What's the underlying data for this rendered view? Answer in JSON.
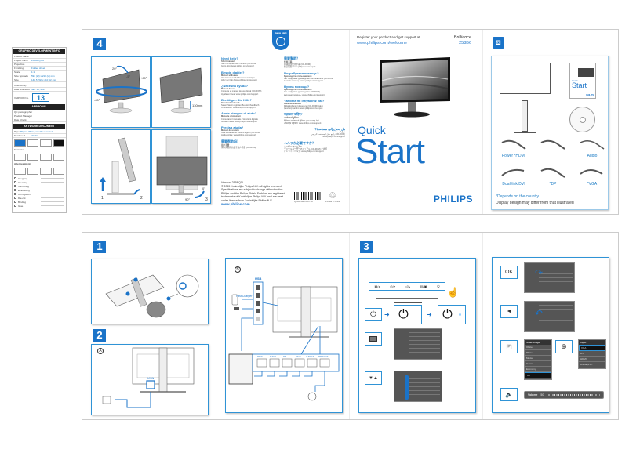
{
  "spec_sheet": {
    "graphic_dev_title": "GRAPHIC DEVELOPMENT INFO",
    "rows": [
      {
        "k": "Product name",
        "v": ""
      },
      {
        "k": "Project name",
        "v": "25886-QSG"
      },
      {
        "k": "Projection",
        "v": ""
      },
      {
        "k": "Finishing",
        "v": "Folded sheet"
      },
      {
        "k": "Scale",
        "v": "1:1"
      },
      {
        "k": "Size Spreads",
        "v": "594 (W) x 210 (H) mm"
      },
      {
        "k": "Size",
        "v": "148.5 (W) x 210 (H) mm"
      }
    ],
    "operators_label": "Operator(s)",
    "date_label": "Date amended",
    "date_value": "Jan. 13, 2015",
    "version_label": "VERSION No.",
    "version_value": "13",
    "approval_title": "APPROVAL",
    "approval_rows": [
      "QC photographer",
      "Product Manager",
      "Date Check"
    ],
    "artwork_title": "ARTWORK DOCUMENT",
    "paper_label": "Paper",
    "paper_value": "80gsm White, woodfree coated",
    "colors_label": "Number of colours",
    "colors_value": "2C/2C",
    "swatch_caption": "Process 100% - Black",
    "spotcolor_label": "Spotcolor",
    "aftertreatment_label": "Aftertreatment",
    "finishes": [
      "Cropping",
      "Creasing",
      "Varnishing",
      "Embossing",
      "Corrugation",
      "Die-cut",
      "Binding",
      "Glue"
    ],
    "swatch_colors": [
      "#1a73c8",
      "#ffffff",
      "#ffffff",
      "#111111"
    ]
  },
  "top_sheet": {
    "step4": {
      "number": "4",
      "angles": {
        "tilt_back": "20°",
        "tilt_front": "-5°",
        "swivel_left": "-65°",
        "swivel_right": "+65°"
      },
      "height_label": "130mm",
      "pivot_steps": [
        "1",
        "2",
        "3"
      ],
      "pivot_angles": {
        "start": "0°",
        "end": "90°"
      }
    },
    "help": {
      "logo": "PHILIPS",
      "left": [
        {
          "title": "Need help?",
          "sub": "Short manual",
          "lines": [
            "See the digital User manual (CD-ROM)",
            "User manual must read your CD or Windows",
            "Go to http://www.philips.com/support"
          ]
        },
        {
          "title": "Besoin d'aide ?",
          "sub": "Manuel utilisateur",
          "lines": [
            "Voir le manuel d'utilisation numérique",
            "(CD-ROM) lisez-le avec votre Windows",
            "Allez sur http://www.philips.com/support"
          ]
        },
        {
          "title": "¿Necesita ayuda?",
          "sub": "Manual de uso",
          "lines": [
            "Consulte el manual de uso digital (CD-ROM)",
            "suministrado con el monitor",
            "Ayuda en línea: www.philips.com/support"
          ]
        },
        {
          "title": "Benötigen Sie Hilfe?",
          "sub": "Benutzerhandbuch",
          "lines": [
            "Sehen Sie im digitalen Benutzerhandbuch",
            "(CD-ROM) nach",
            "Online-Hilfe: www.philips.com/support"
          ]
        },
        {
          "title": "Avete bisogno di aiuto?",
          "sub": "Manuale d'istruzioni",
          "lines": [
            "Consultare il manuale d'istruzioni digitale",
            "sul CD-ROM fornito con il monitor",
            "Guida in linea: www.philips.com/support"
          ]
        },
        {
          "title": "Precisa ajuda?",
          "sub": "Manual do usuário",
          "lines": [
            "Veja o manual do usuário digital (CD-ROM)",
            "fornecido com o monitor",
            "Ajuda online: www.philips.com/support"
          ]
        },
        {
          "title": "需要帮助吗？",
          "sub": "用户手册",
          "lines": [
            "请参阅随附的数字用户手册 (CD-ROM)",
            "在线帮助: www.philips.com/support"
          ]
        }
      ],
      "right": [
        {
          "title": "需要幫助？",
          "sub": "使用手冊",
          "lines": [
            "參閱數位使用手冊 (CD-ROM)",
            "線上幫助: www.philips.com/support"
          ]
        },
        {
          "title": "Потребуется помощь?",
          "sub": "Руководство пользователя",
          "lines": [
            "См. цифровое руководство пользователя (CD-ROM)",
            "Онлайн-помощь: www.philips.com/support"
          ]
        },
        {
          "title": "Нужна помощь?",
          "sub": "Руководство пользователя",
          "lines": [
            "См. цифровое руководство (CD-ROM)",
            "Интернет-помощь: www.philips.com/support"
          ]
        },
        {
          "title": "Yardıma mı ihtiyacınız var?",
          "sub": "Kullanım kılavuzu",
          "lines": [
            "Dijital kullanım kılavuzuna (CD-ROM) bakın",
            "Çevrimiçi yardım: www.philips.com/support"
          ]
        },
        {
          "title": "सहायता चाहिए?",
          "sub": "उपयोगकर्ता पुस्तिका",
          "lines": [
            "डिजिटल उपयोगकर्ता पुस्तिका (CD-ROM) देखें",
            "ऑनलाइन सहायता: www.philips.com/support"
          ]
        },
        {
          "title": "هل تحتاج إلى مساعدة؟",
          "sub": "دليل المستخدم",
          "lines": [
            "راجع دليل المستخدم الرقمي (CD-ROM)",
            "www.philips.com/support"
          ]
        },
        {
          "title": "ヘルプが必要ですか？",
          "sub": "ユーザーマニュアル",
          "lines": [
            "デジタルユーザーマニュアル (CD-ROM) を参照",
            "オンラインヘルプ: www.philips.com/support"
          ]
        }
      ],
      "legal": [
        "Version: 25BBQ1L",
        "© 2015 Koninklijke Philips N.V. All rights reserved.",
        "Specifications are subject to change without notice.",
        "Philips and the Philips Shield Emblem are registered",
        "trademarks of Koninklijke Philips N.V. and are used",
        "under license from Koninklijke Philips N.V."
      ],
      "website": "www.philips.com",
      "barcode_text": "Q41G25B6XXXX.1A",
      "origin": "Printed in China"
    },
    "cover": {
      "register_text": "Register your product and get support at",
      "register_url": "www.philips.com/welcome",
      "series": "Brilliance",
      "model": "258B6",
      "title_small": "Quick",
      "title_big": "Start",
      "brand": "PHILIPS"
    },
    "box_contents": {
      "mini_cover_small": "Quick",
      "mini_cover_big": "Start",
      "mini_brand": "PHILIPS",
      "cables": [
        {
          "label": "Power *HDMI"
        },
        {
          "label": ""
        },
        {
          "label": "Audio"
        },
        {
          "label": "Dual-link DVI"
        },
        {
          "label": "*DP"
        },
        {
          "label": "*VGA"
        }
      ],
      "footnote": "*Depends on the country",
      "disclaimer": "Display design may differ from that illustrated"
    }
  },
  "bottom_sheet": {
    "step1": {
      "number": "1",
      "callouts": [
        "1",
        "2",
        "3"
      ]
    },
    "step2": {
      "number": "2",
      "label_a": "A",
      "ac_in": "AC IN"
    },
    "connect": {
      "label_b": "B",
      "usb_label": "USB",
      "fast_charger": "Fast Charger",
      "ports": [
        "HDMI",
        "D-SUB",
        "DVI",
        "DP IN",
        "AUDIO IN",
        "HDMI OUT"
      ]
    },
    "step3": {
      "number": "3",
      "bezel_buttons": [
        "▣/◂",
        "◎/▾",
        "◁/▴",
        "▤/▣",
        "⏻"
      ],
      "power_icon": "⏻"
    },
    "osd": {
      "ok_label": "OK",
      "back_label": "◄",
      "smartimage_title": "SmartImage",
      "smartimage_items": [
        "Office",
        "Photo",
        "Movie",
        "Game",
        "Economy",
        "Off"
      ],
      "input_title": "Input",
      "input_items": [
        "VGA",
        "DVI",
        "HDMI",
        "DisplayPort"
      ],
      "volume_label": "Volume",
      "volume_value": "50"
    }
  },
  "colors": {
    "accent": "#1a73c8",
    "cable_label": "#1a7bc4",
    "osd_bg": "#555555"
  }
}
